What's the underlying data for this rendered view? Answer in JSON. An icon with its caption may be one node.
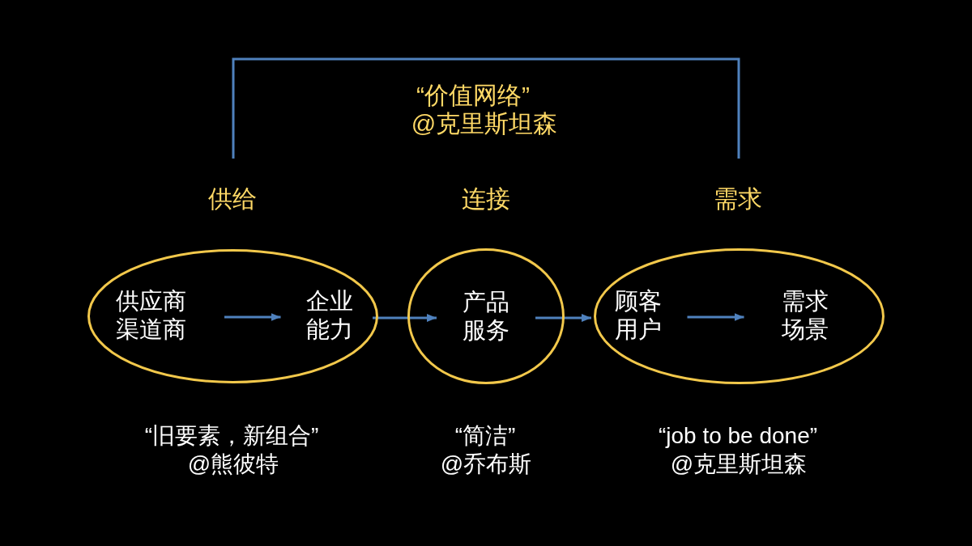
{
  "diagram": {
    "nodes": [
      {
        "text": [],
        "shape": "ellipse"
      },
      {
        "text": [
          "供应商渠道商"
        ],
        "in": 0
      },
      {
        "text": [
          "企业能力"
        ],
        "in": 0
      },
      {
        "text": [
          "产品服务"
        ]
      },
      {
        "text": [],
        "shape": "ellipse"
      },
      {
        "text": [
          "顾客用户"
        ],
        "in": 4
      },
      {
        "text": [
          "需求场景"
        ],
        "in": 4
      }
    ],
    "edges": [
      {
        "from": 1,
        "to": 2,
        "arrow": "to"
      },
      {
        "from": 0,
        "to": 3,
        "arrow": "to"
      },
      {
        "from": 3,
        "to": 4,
        "arrow": "to"
      },
      {
        "from": 5,
        "to": 6,
        "arrow": "to"
      }
    ],
    "labels": [
      "“价值网络”",
      "@克里斯坦森",
      "供给",
      "连接",
      "需求",
      "“旧要素，新组合”",
      "“简洁”",
      "“job to be done”",
      "@熊彼特",
      "@乔布斯",
      "@克里斯坦森"
    ]
  }
}
